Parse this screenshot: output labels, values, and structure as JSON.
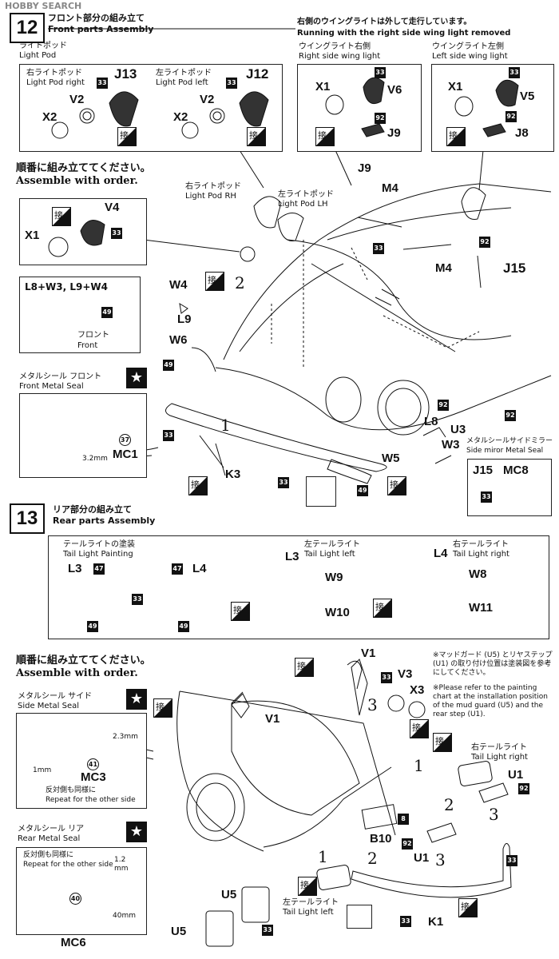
{
  "watermark": "HOBBY SEARCH",
  "step12": {
    "number": "12",
    "title_jp": "フロント部分の組み立て",
    "title_en": "Front parts Assembly",
    "light_pod_jp": "ライトポッド",
    "light_pod_en": "Light Pod",
    "pod_right_jp": "右ライトポッド",
    "pod_right_en": "Light Pod right",
    "pod_left_jp": "左ライトポッド",
    "pod_left_en": "Light Pod left",
    "wing_note_jp": "右側のウイングライトは外して走行しています。",
    "wing_note_en": "Running with the right side wing light removed",
    "wing_right_jp": "ウイングライト右側",
    "wing_right_en": "Right side wing light",
    "wing_left_jp": "ウイングライト左側",
    "wing_left_en": "Left side wing light",
    "order_jp": "順番に組み立ててください。",
    "order_en": "Assemble with order.",
    "pod_rh_jp": "右ライトポッド",
    "pod_rh_en": "Light Pod  RH",
    "pod_lh_jp": "左ライトポッド",
    "pod_lh_en": "Light Pod  LH",
    "lens_combo": "L8+W3, L9+W4",
    "front_jp": "フロント",
    "front_en": "Front",
    "metal_front_jp": "メタルシール フロント",
    "metal_front_en": "Front Metal Seal",
    "dim_3_2": "3.2mm",
    "mirror_seal_jp": "メタルシールサイドミラー",
    "mirror_seal_en": "Side miror Metal Seal",
    "parts": {
      "J13": "J13",
      "J12": "J12",
      "V2": "V2",
      "X2": "X2",
      "X1": "X1",
      "V6": "V6",
      "V5": "V5",
      "J9": "J9",
      "J8": "J8",
      "V4": "V4",
      "M4": "M4",
      "J15": "J15",
      "W4": "W4",
      "L9": "L9",
      "W6": "W6",
      "K3": "K3",
      "W5": "W5",
      "L8": "L8",
      "W3": "W3",
      "U3": "U3",
      "MC1": "MC1",
      "MC8": "MC8"
    }
  },
  "step13": {
    "number": "13",
    "title_jp": "リア部分の組み立て",
    "title_en": "Rear parts Assembly",
    "tail_paint_jp": "テールライトの塗装",
    "tail_paint_en": "Tail Light Painting",
    "tail_left_jp": "左テールライト",
    "tail_left_en": "Tail Light  left",
    "tail_right_jp": "右テールライト",
    "tail_right_en": "Tail Light  right",
    "order_jp": "順番に組み立ててください。",
    "order_en": "Assemble with order.",
    "note_jp": "※マッドガード (U5) とリヤステップ (U1) の取り付け位置は塗装図を参考にしてください。",
    "note_en": "※Please refer to the painting chart at the installation position of the mud guard (U5) and the rear step (U1).",
    "side_seal_jp": "メタルシール サイド",
    "side_seal_en": "Side Metal Seal",
    "dim_2_3": "2.3mm",
    "dim_1": "1mm",
    "repeat_jp": "反対側も同様に",
    "repeat_en": "Repeat for the other side",
    "rear_seal_jp": "メタルシール リア",
    "rear_seal_en": "Rear Metal Seal",
    "dim_1_2": "1.2",
    "dim_mm": "mm",
    "dim_40": "40mm",
    "tail_right2_jp": "右テールライト",
    "tail_right2_en": "Tail Light  right",
    "tail_left2_jp": "左テールライト",
    "tail_left2_en": "Tail Light  left",
    "parts": {
      "L3": "L3",
      "L4": "L4",
      "W9": "W9",
      "W10": "W10",
      "W8": "W8",
      "W11": "W11",
      "V1": "V1",
      "V3": "V3",
      "X3": "X3",
      "MC3": "MC3",
      "B10": "B10",
      "U1": "U1",
      "U5": "U5",
      "K1": "K1",
      "MC6": "MC6"
    }
  },
  "paint_codes": {
    "c33": "33",
    "c49": "49",
    "c92": "92",
    "c47": "47",
    "c8": "8",
    "c37": "37",
    "c41": "41",
    "c40": "40"
  },
  "seq": {
    "s1": "1",
    "s2": "2",
    "s3": "3"
  },
  "symbols": {
    "star": "★",
    "glue": "接"
  }
}
